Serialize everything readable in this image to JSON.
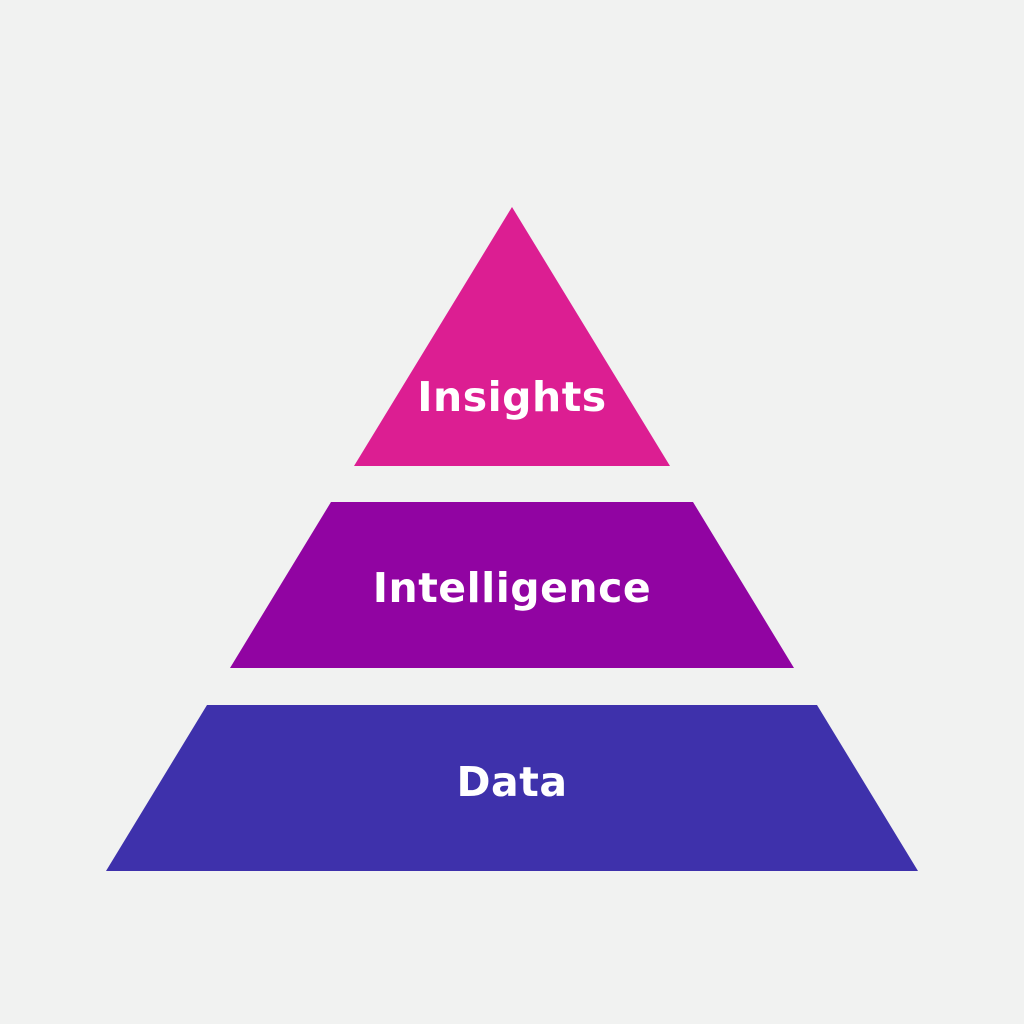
{
  "background": "#f1f2f1",
  "pyramid": {
    "tiers": [
      {
        "label": "Insights",
        "color": "#dc1e92"
      },
      {
        "label": "Intelligence",
        "color": "#9104a2"
      },
      {
        "label": "Data",
        "color": "#3e31ab"
      }
    ]
  }
}
